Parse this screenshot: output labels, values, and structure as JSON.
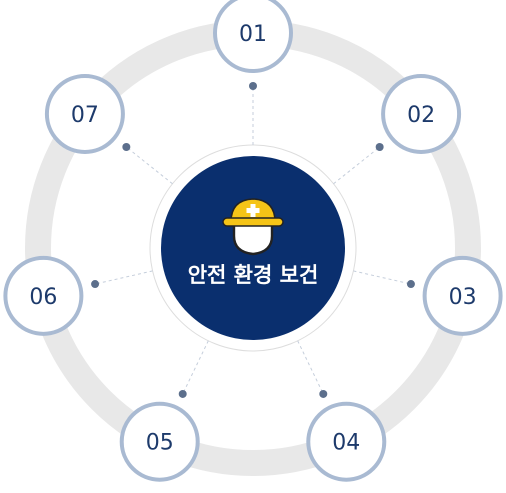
{
  "center": {
    "label": "안전 환경 보건",
    "icon": "hard-hat-icon",
    "fill": "#0a2f6e",
    "label_color": "#ffffff"
  },
  "ring_color": "#e8e8e8",
  "node_border_color": "#a9bad2",
  "node_text_color": "#1d3a6b",
  "dot_color": "#5c6f8c",
  "helmet_color": "#f5c417",
  "nodes": [
    {
      "label": "01"
    },
    {
      "label": "02"
    },
    {
      "label": "03"
    },
    {
      "label": "04"
    },
    {
      "label": "05"
    },
    {
      "label": "06"
    },
    {
      "label": "07"
    }
  ]
}
